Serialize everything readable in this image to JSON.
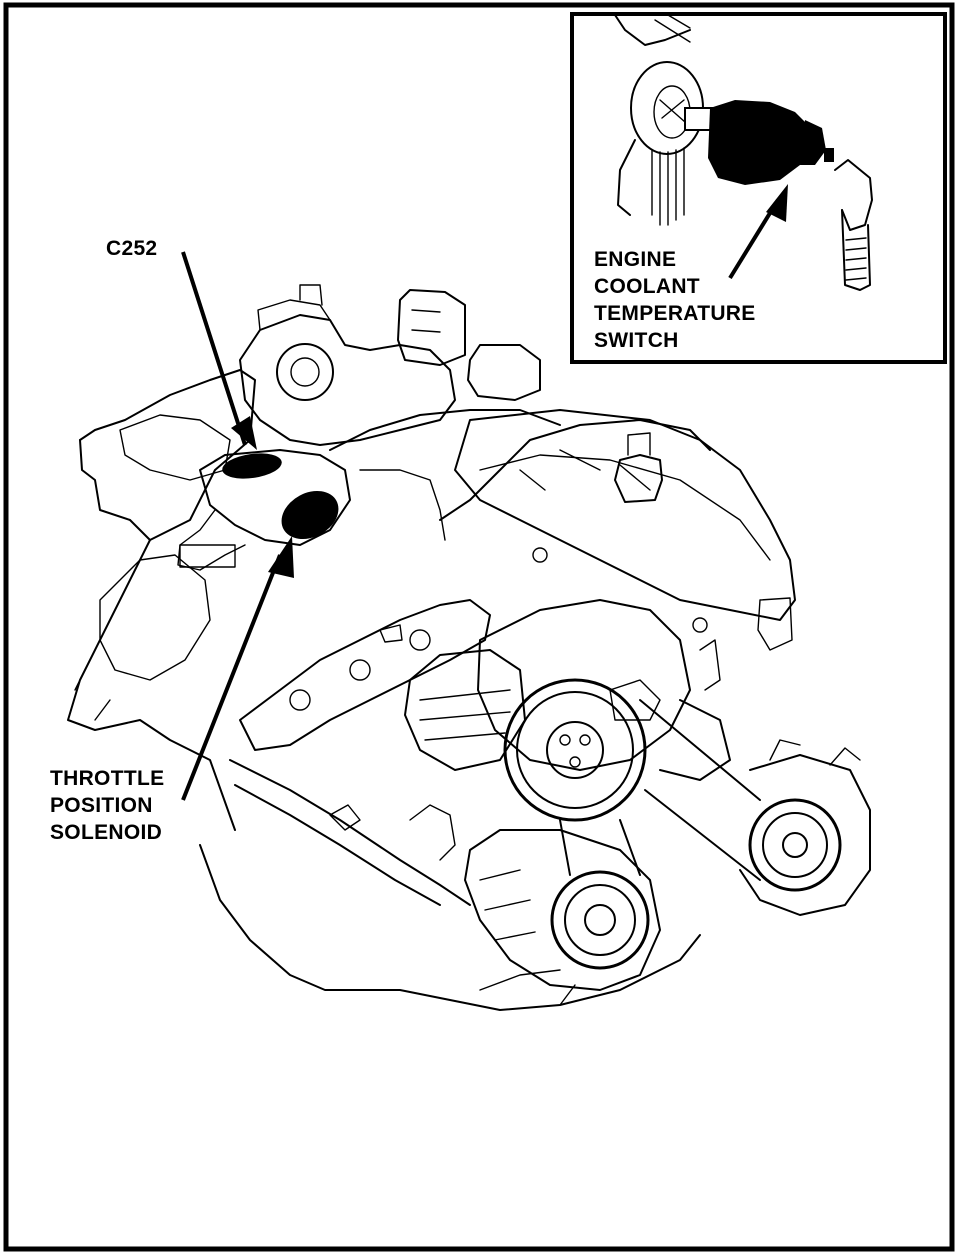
{
  "labels": {
    "c252": "C252",
    "throttle": [
      "THROTTLE",
      "POSITION",
      "SOLENOID"
    ],
    "coolant": [
      "ENGINE",
      "COOLANT",
      "TEMPERATURE",
      "SWITCH"
    ]
  },
  "colors": {
    "ink": "#000000",
    "paper": "#ffffff"
  }
}
